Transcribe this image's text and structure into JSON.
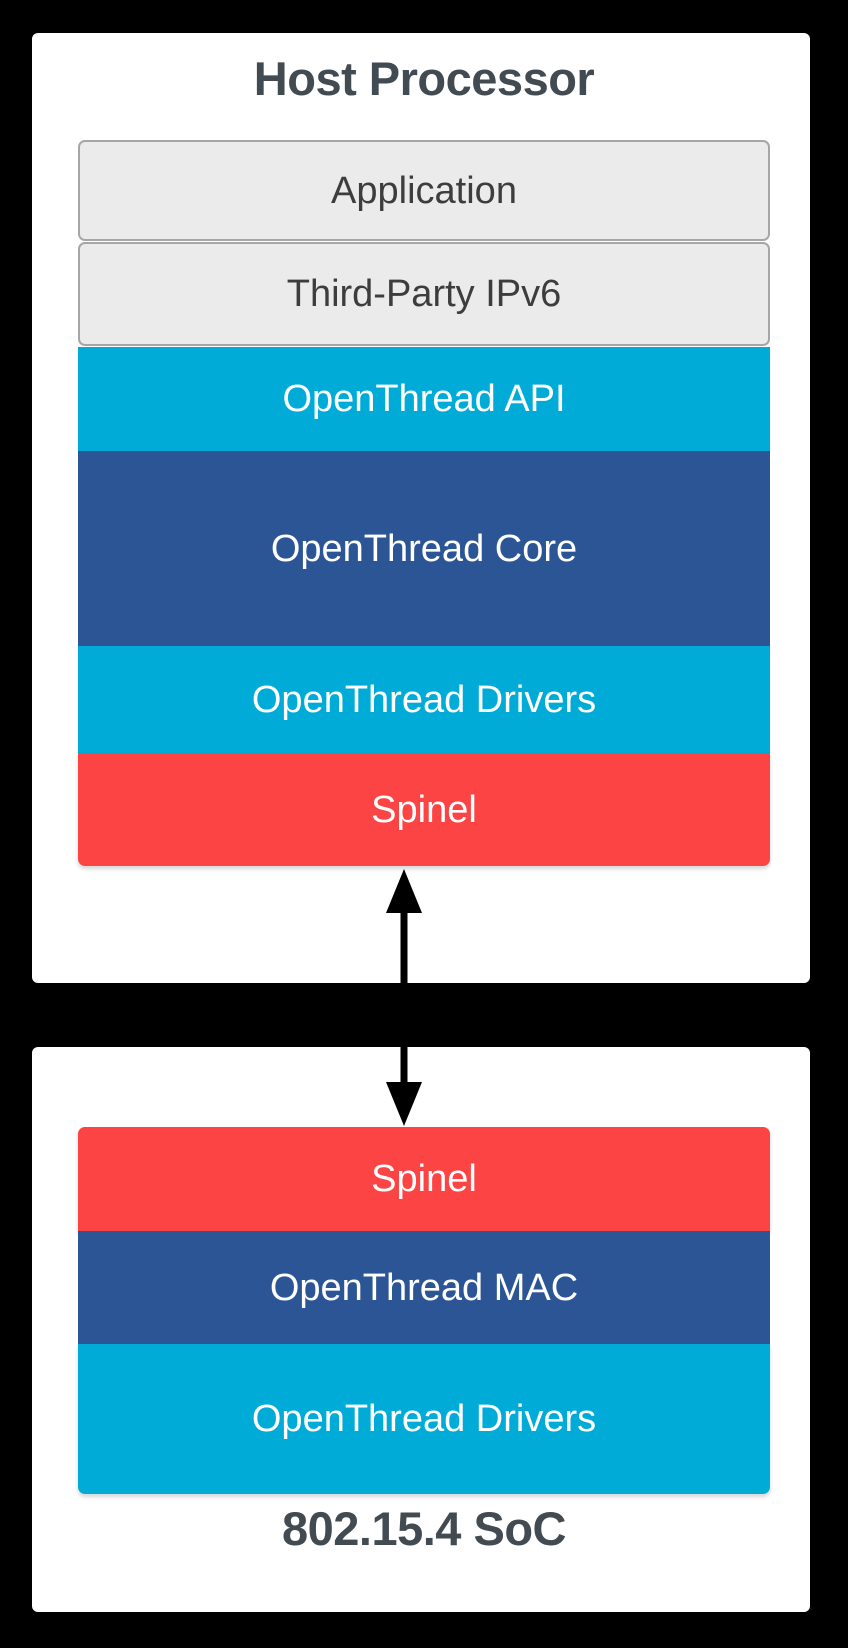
{
  "diagram": {
    "type": "layered-architecture",
    "background_color": "#000000",
    "panels": [
      {
        "id": "host-processor",
        "caption": "Host Processor",
        "caption_position": "top",
        "layers": [
          {
            "label": "Application",
            "style": "gray",
            "fill": "#ebebeb",
            "border": "#a6a6a6",
            "text_color": "#3d3d3d"
          },
          {
            "label": "Third-Party IPv6",
            "style": "gray",
            "fill": "#ebebeb",
            "border": "#a6a6a6",
            "text_color": "#3d3d3d"
          },
          {
            "label": "OpenThread API",
            "style": "cyan",
            "fill": "#00acd7",
            "text_color": "#ffffff"
          },
          {
            "label": "OpenThread Core",
            "style": "blue",
            "fill": "#2c5596",
            "text_color": "#ffffff"
          },
          {
            "label": "OpenThread Drivers",
            "style": "cyan",
            "fill": "#00acd7",
            "text_color": "#ffffff"
          },
          {
            "label": "Spinel",
            "style": "red",
            "fill": "#fc4444",
            "text_color": "#ffffff"
          }
        ]
      },
      {
        "id": "soc",
        "caption": "802.15.4 SoC",
        "caption_position": "bottom",
        "layers": [
          {
            "label": "Spinel",
            "style": "red",
            "fill": "#fc4444",
            "text_color": "#ffffff"
          },
          {
            "label": "OpenThread MAC",
            "style": "blue",
            "fill": "#2c5596",
            "text_color": "#ffffff"
          },
          {
            "label": "OpenThread Drivers",
            "style": "cyan",
            "fill": "#00acd7",
            "text_color": "#ffffff"
          }
        ]
      }
    ],
    "connector": {
      "kind": "double-headed-vertical-arrow",
      "color": "#000000",
      "from": "Spinel (Host Processor)",
      "to": "Spinel (802.15.4 SoC)"
    },
    "colors": {
      "caption_text": "#424a52",
      "panel_fill": "#ffffff",
      "accent_cyan": "#00acd7",
      "accent_blue": "#2c5596",
      "accent_red": "#fc4444",
      "neutral_gray_fill": "#ebebeb",
      "neutral_gray_border": "#a6a6a6"
    }
  }
}
